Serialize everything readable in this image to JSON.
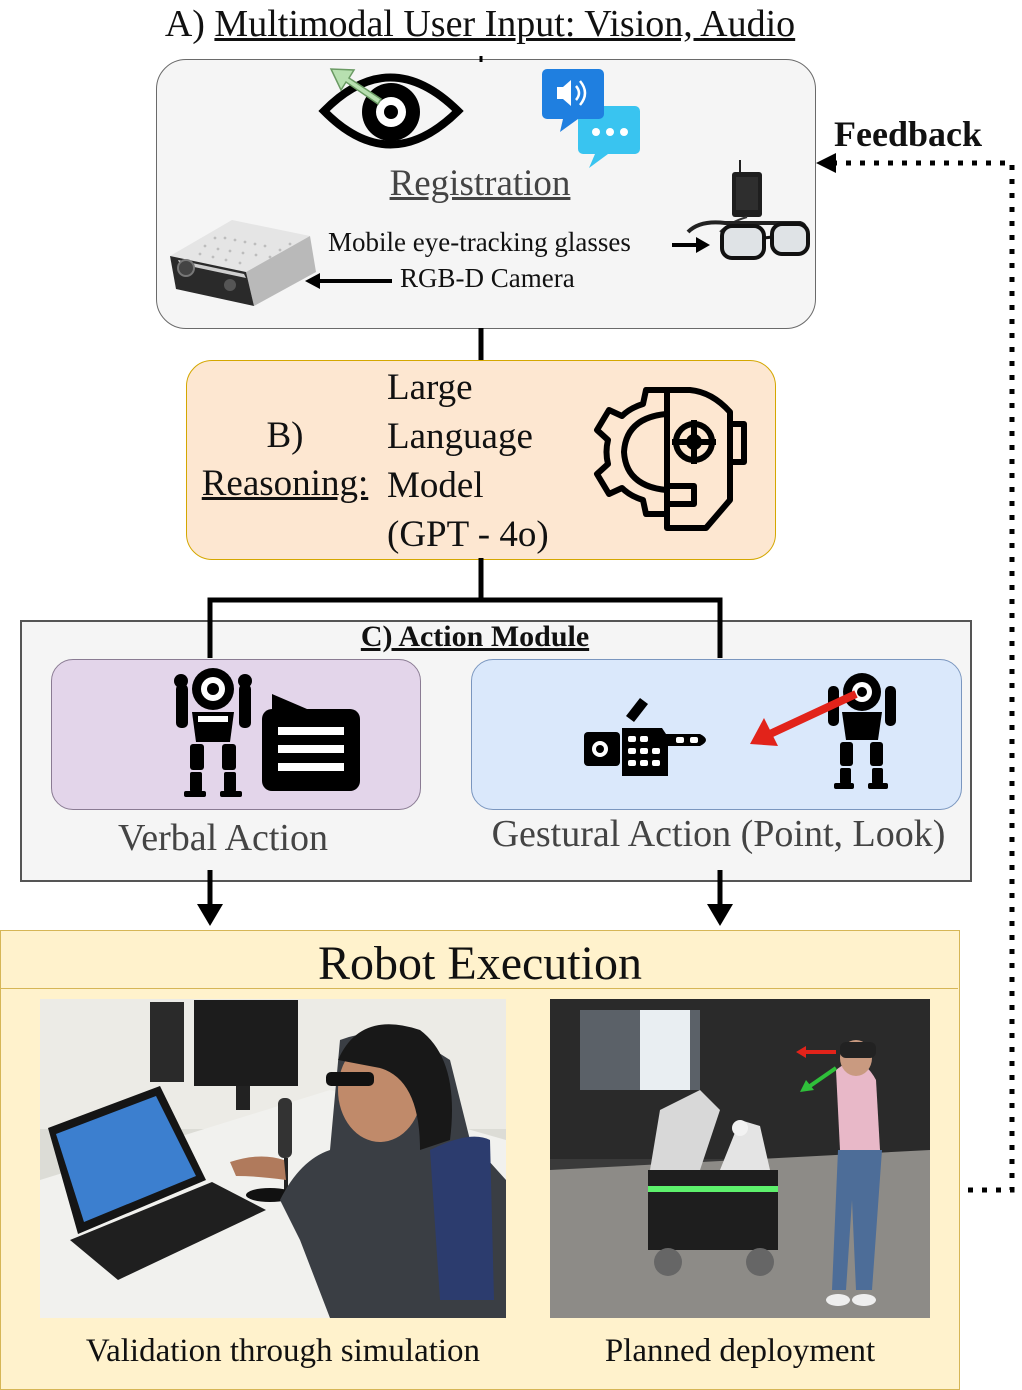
{
  "section_a": {
    "prefix": "A)",
    "title": "Multimodal User Input: Vision, Audio",
    "registration": "Registration",
    "eye_tracker_label": "Mobile eye-tracking glasses",
    "camera_label": "RGB-D Camera"
  },
  "section_b": {
    "prefix": "B)",
    "title": "Reasoning:",
    "model_lines": [
      "Large",
      "Language",
      "Model",
      "(GPT - 4o)"
    ]
  },
  "section_c": {
    "title": "C) Action Module",
    "verbal_label": "Verbal Action",
    "gestural_label": "Gestural Action (Point, Look)"
  },
  "section_d": {
    "title": "Robot Execution",
    "left_caption": "Validation through simulation",
    "right_caption": "Planned deployment"
  },
  "feedback_label": "Feedback",
  "colors": {
    "box_a": "#f5f5f5",
    "box_b": "#fde7d1",
    "verbal": "#e3d5ea",
    "gestural": "#dae8fb",
    "box_d": "#fff2cc",
    "pointer_arrow": "#e2231a"
  },
  "icons": [
    "eye-icon",
    "speaker-chat-icon",
    "eye-tracking-glasses-icon",
    "rgbd-camera-icon",
    "robot-head-gear-icon",
    "robot-icon",
    "speech-bubble-icon",
    "robotic-hand-icon"
  ]
}
